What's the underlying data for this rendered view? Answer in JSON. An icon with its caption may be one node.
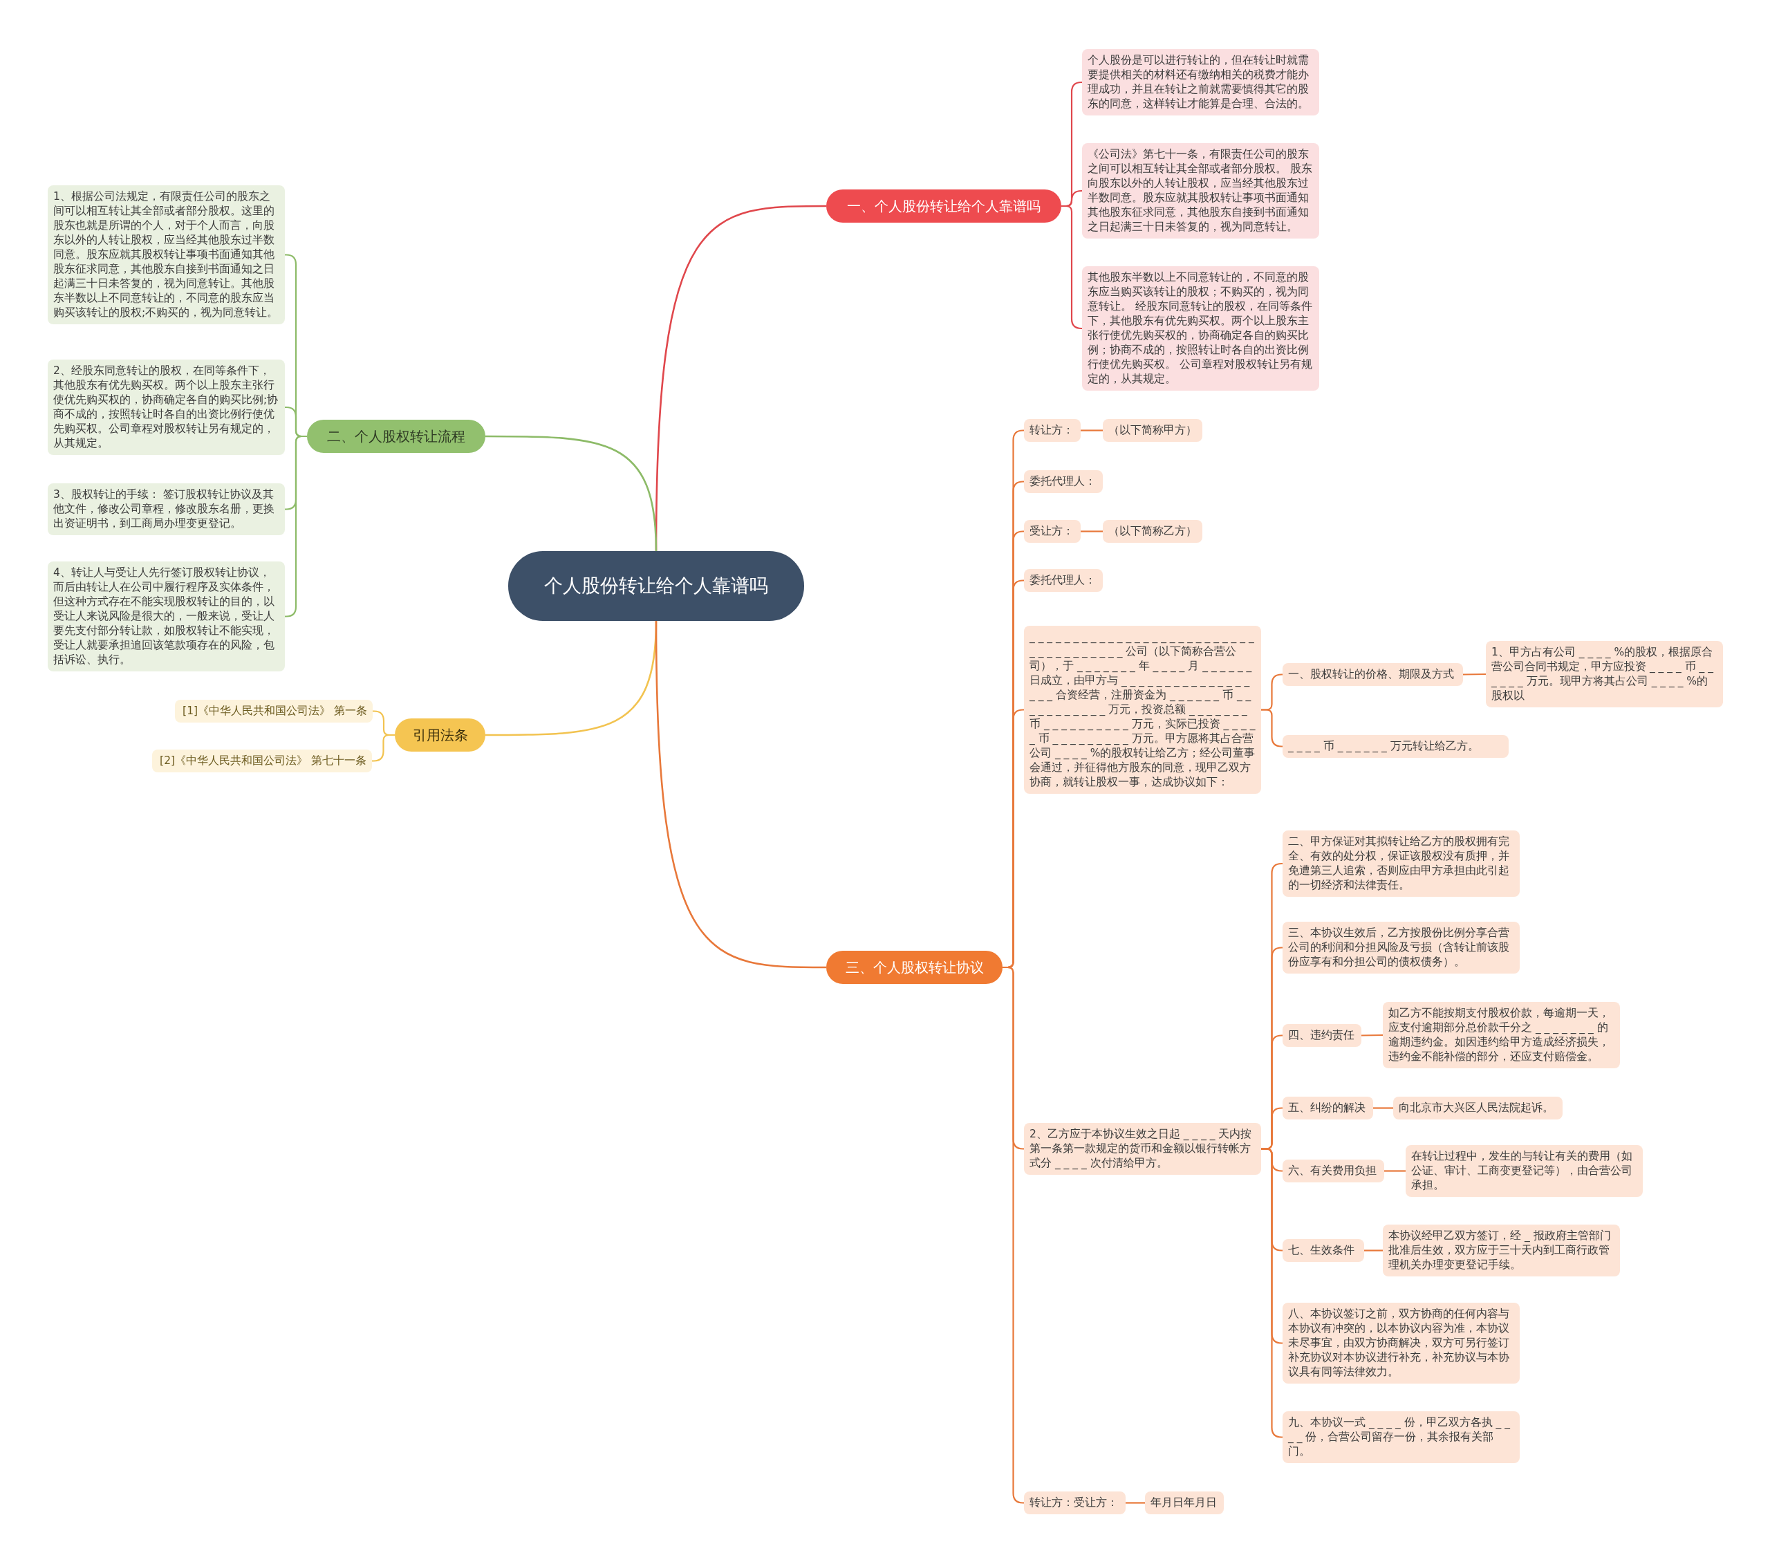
{
  "diagram": {
    "nodes": [
      {
        "text": [
          "个人股份转让给个人靠谱吗"
        ]
      },
      {
        "text": [
          "一、个人股份转让给个人靠谱吗"
        ]
      },
      {
        "text": [
          "个人股份是可以进行转让的，但在转让时就需要提供相关的材料还有缴纳相关的税费才能办理成功，并且在转让之前就需要慎得其它的股东的同意，这样转让才能算是合理、合法的。"
        ]
      },
      {
        "text": [
          "《公司法》第七十一条，有限责任公司的股东之间可以相互转让其全部或者部分股权。 股东向股东以外的人转让股权，应当经其他股东过半数同意。股东应就其股权转让事项书面通知其他股东征求同意，其他股东自接到书面通知之日起满三十日未答复的，视为同意转让。"
        ]
      },
      {
        "text": [
          "其他股东半数以上不同意转让的，不同意的股东应当购买该转让的股权；不购买的，视为同意转让。 经股东同意转让的股权，在同等条件下，其他股东有优先购买权。两个以上股东主张行使优先购买权的，协商确定各自的购买比例；协商不成的，按照转让时各自的出资比例行使优先购买权。 公司章程对股权转让另有规定的，从其规定。"
        ]
      },
      {
        "text": [
          "二、个人股权转让流程"
        ]
      },
      {
        "text": [
          "1、根据公司法规定，有限责任公司的股东之间可以相互转让其全部或者部分股权。这里的股东也就是所谓的个人，对于个人而言，向股东以外的人转让股权，应当经其他股东过半数同意。股东应就其股权转让事项书面通知其他股东征求同意，其他股东自接到书面通知之日起满三十日未答复的，视为同意转让。其他股东半数以上不同意转让的，不同意的股东应当购买该转让的股权;不购买的，视为同意转让。"
        ]
      },
      {
        "text": [
          "2、经股东同意转让的股权，在同等条件下，其他股东有优先购买权。两个以上股东主张行使优先购买权的，协商确定各自的购买比例;协商不成的，按照转让时各自的出资比例行使优先购买权。公司章程对股权转让另有规定的，从其规定。"
        ]
      },
      {
        "text": [
          "3、股权转让的手续： 签订股权转让协议及其他文件，修改公司章程，修改股东名册，更换出资证明书，到工商局办理变更登记。"
        ]
      },
      {
        "text": [
          "4、转让人与受让人先行签订股权转让协议，而后由转让人在公司中履行程序及实体条件，但这种方式存在不能实现股权转让的目的，以受让人来说风险是很大的，一般来说，受让人要先支付部分转让款，如股权转让不能实现，受让人就要承担追回该笔款项存在的风险，包括诉讼、执行。"
        ]
      },
      {
        "text": [
          "引用法条"
        ]
      },
      {
        "text": [
          "[1]《中华人民共和国公司法》 第一条"
        ]
      },
      {
        "text": [
          "[2]《中华人民共和国公司法》 第七十一条"
        ]
      },
      {
        "text": [
          "三、个人股权转让协议"
        ]
      },
      {
        "text": [
          "转让方："
        ]
      },
      {
        "text": [
          "（以下简称甲方）"
        ]
      },
      {
        "text": [
          "委托代理人："
        ]
      },
      {
        "text": [
          "受让方："
        ]
      },
      {
        "text": [
          "（以下简称乙方）"
        ]
      },
      {
        "text": [
          "委托代理人："
        ]
      },
      {
        "text": [
          "_ _ _ _ _ _ _ _ _ _ _ _ _ _ _ _ _ _ _ _ _ _ _ _ _ _ _ _ _ _ _ _ _ _ _ _ _ 公司（以下简称合营公司），于 _ _ _ _ _ _ _ 年 _ _ _ _ 月 _ _ _ _ _ _ 日成立，由甲方与 _ _ _ _ _ _ _ _ _ _ _ _ _ _ _ _ _ _ 合资经营，注册资金为 _ _ _ _ _ _ 币 _ _ _ _ _ _ _ _ _ _ _ 万元，投资总额 _ _ _ _ _ _ _ 币 _ _ _ _ _ _ _ _ _ _ 万元，实际已投资 _ _ _ _ _ 币 _ _ _ _ _ _ _ _ _ 万元。甲方愿将其占合营公司 _ _ _ _ %的股权转让给乙方；经公司董事会通过，并征得他方股东的同意，现甲乙双方协商，就转让股权一事，达成协议如下："
        ]
      },
      {
        "text": [
          "一、股权转让的价格、期限及方式"
        ]
      },
      {
        "text": [
          "1、甲方占有公司 _ _ _ _ %的股权，根据原合营公司合同书规定，甲方应投资 _ _ _ _ 币 _ _ _ _ _ _ 万元。现甲方将其占公司 _ _ _ _ %的股权以"
        ]
      },
      {
        "text": [
          "_ _ _ _ 币 _ _ _ _ _ _ 万元转让给乙方。"
        ]
      },
      {
        "text": [
          "2、乙方应于本协议生效之日起 _ _ _ _ 天内按第一条第一款规定的货币和金额以银行转帐方式分 _ _ _ _ 次付清给甲方。"
        ]
      },
      {
        "text": [
          "二、甲方保证对其拟转让给乙方的股权拥有完全、有效的处分权，保证该股权没有质押，并免遭第三人追索，否则应由甲方承担由此引起的一切经济和法律责任。"
        ]
      },
      {
        "text": [
          "三、本协议生效后，乙方按股份比例分享合营公司的利润和分担风险及亏损（含转让前该股份应享有和分担公司的债权债务）。"
        ]
      },
      {
        "text": [
          "四、违约责任"
        ]
      },
      {
        "text": [
          "如乙方不能按期支付股权价款，每逾期一天，应支付逾期部分总价款千分之 _ _ _ _ _ _ _ 的逾期违约金。如因违约给甲方造成经济损失，违约金不能补偿的部分，还应支付赔偿金。"
        ]
      },
      {
        "text": [
          "五、纠纷的解决"
        ]
      },
      {
        "text": [
          "向北京市大兴区人民法院起诉。"
        ]
      },
      {
        "text": [
          "六、有关费用负担"
        ]
      },
      {
        "text": [
          "在转让过程中，发生的与转让有关的费用（如公证、审计、工商变更登记等），由合营公司承担。"
        ]
      },
      {
        "text": [
          "七、生效条件"
        ]
      },
      {
        "text": [
          "本协议经甲乙双方签订，经 _ 报政府主管部门批准后生效，双方应于三十天内到工商行政管理机关办理变更登记手续。"
        ]
      },
      {
        "text": [
          "八、本协议签订之前，双方协商的任何内容与本协议有冲突的，以本协议内容为准，本协议未尽事宜，由双方协商解决，双方可另行签订补充协议对本协议进行补充，补充协议与本协议具有同等法律效力。"
        ]
      },
      {
        "text": [
          "九、本协议一式 _ _ _ _ 份，甲乙双方各执 _ _ _ _ 份，合营公司留存一份，其余报有关部门。"
        ]
      },
      {
        "text": [
          "转让方：受让方："
        ]
      },
      {
        "text": [
          "年月日年月日"
        ]
      }
    ],
    "edges": [
      {
        "from": 0,
        "to": 1,
        "arrow": "none",
        "color": "#e0474c"
      },
      {
        "from": 1,
        "to": 2,
        "arrow": "none",
        "color": "#e0474c"
      },
      {
        "from": 1,
        "to": 3,
        "arrow": "none",
        "color": "#e0474c"
      },
      {
        "from": 1,
        "to": 4,
        "arrow": "none",
        "color": "#e0474c"
      },
      {
        "from": 0,
        "to": 5,
        "arrow": "none",
        "color": "#8dbb68"
      },
      {
        "from": 5,
        "to": 6,
        "arrow": "none",
        "color": "#8dbb68"
      },
      {
        "from": 5,
        "to": 7,
        "arrow": "none",
        "color": "#8dbb68"
      },
      {
        "from": 5,
        "to": 8,
        "arrow": "none",
        "color": "#8dbb68"
      },
      {
        "from": 5,
        "to": 9,
        "arrow": "none",
        "color": "#8dbb68"
      },
      {
        "from": 0,
        "to": 10,
        "arrow": "none",
        "color": "#f2c350"
      },
      {
        "from": 10,
        "to": 11,
        "arrow": "none",
        "color": "#f2c350"
      },
      {
        "from": 10,
        "to": 12,
        "arrow": "none",
        "color": "#f2c350"
      },
      {
        "from": 0,
        "to": 13,
        "arrow": "none"
      },
      {
        "from": 13,
        "to": 14,
        "arrow": "none"
      },
      {
        "from": 14,
        "to": 15,
        "arrow": "none"
      },
      {
        "from": 13,
        "to": 16,
        "arrow": "none"
      },
      {
        "from": 13,
        "to": 17,
        "arrow": "none"
      },
      {
        "from": 17,
        "to": 18,
        "arrow": "none"
      },
      {
        "from": 13,
        "to": 19,
        "arrow": "none"
      },
      {
        "from": 13,
        "to": 20,
        "arrow": "none"
      },
      {
        "from": 20,
        "to": 21,
        "arrow": "none"
      },
      {
        "from": 21,
        "to": 22,
        "arrow": "none"
      },
      {
        "from": 20,
        "to": 23,
        "arrow": "none"
      },
      {
        "from": 13,
        "to": 24,
        "arrow": "none"
      },
      {
        "from": 24,
        "to": 25,
        "arrow": "none"
      },
      {
        "from": 24,
        "to": 26,
        "arrow": "none"
      },
      {
        "from": 24,
        "to": 27,
        "arrow": "none"
      },
      {
        "from": 27,
        "to": 28,
        "arrow": "none"
      },
      {
        "from": 24,
        "to": 29,
        "arrow": "none"
      },
      {
        "from": 29,
        "to": 30,
        "arrow": "none"
      },
      {
        "from": 24,
        "to": 31,
        "arrow": "none"
      },
      {
        "from": 31,
        "to": 32,
        "arrow": "none"
      },
      {
        "from": 24,
        "to": 33,
        "arrow": "none"
      },
      {
        "from": 33,
        "to": 34,
        "arrow": "none"
      },
      {
        "from": 24,
        "to": 35,
        "arrow": "none"
      },
      {
        "from": 24,
        "to": 36,
        "arrow": "none"
      },
      {
        "from": 13,
        "to": 37,
        "arrow": "none"
      },
      {
        "from": 37,
        "to": 38,
        "arrow": "none"
      }
    ]
  }
}
